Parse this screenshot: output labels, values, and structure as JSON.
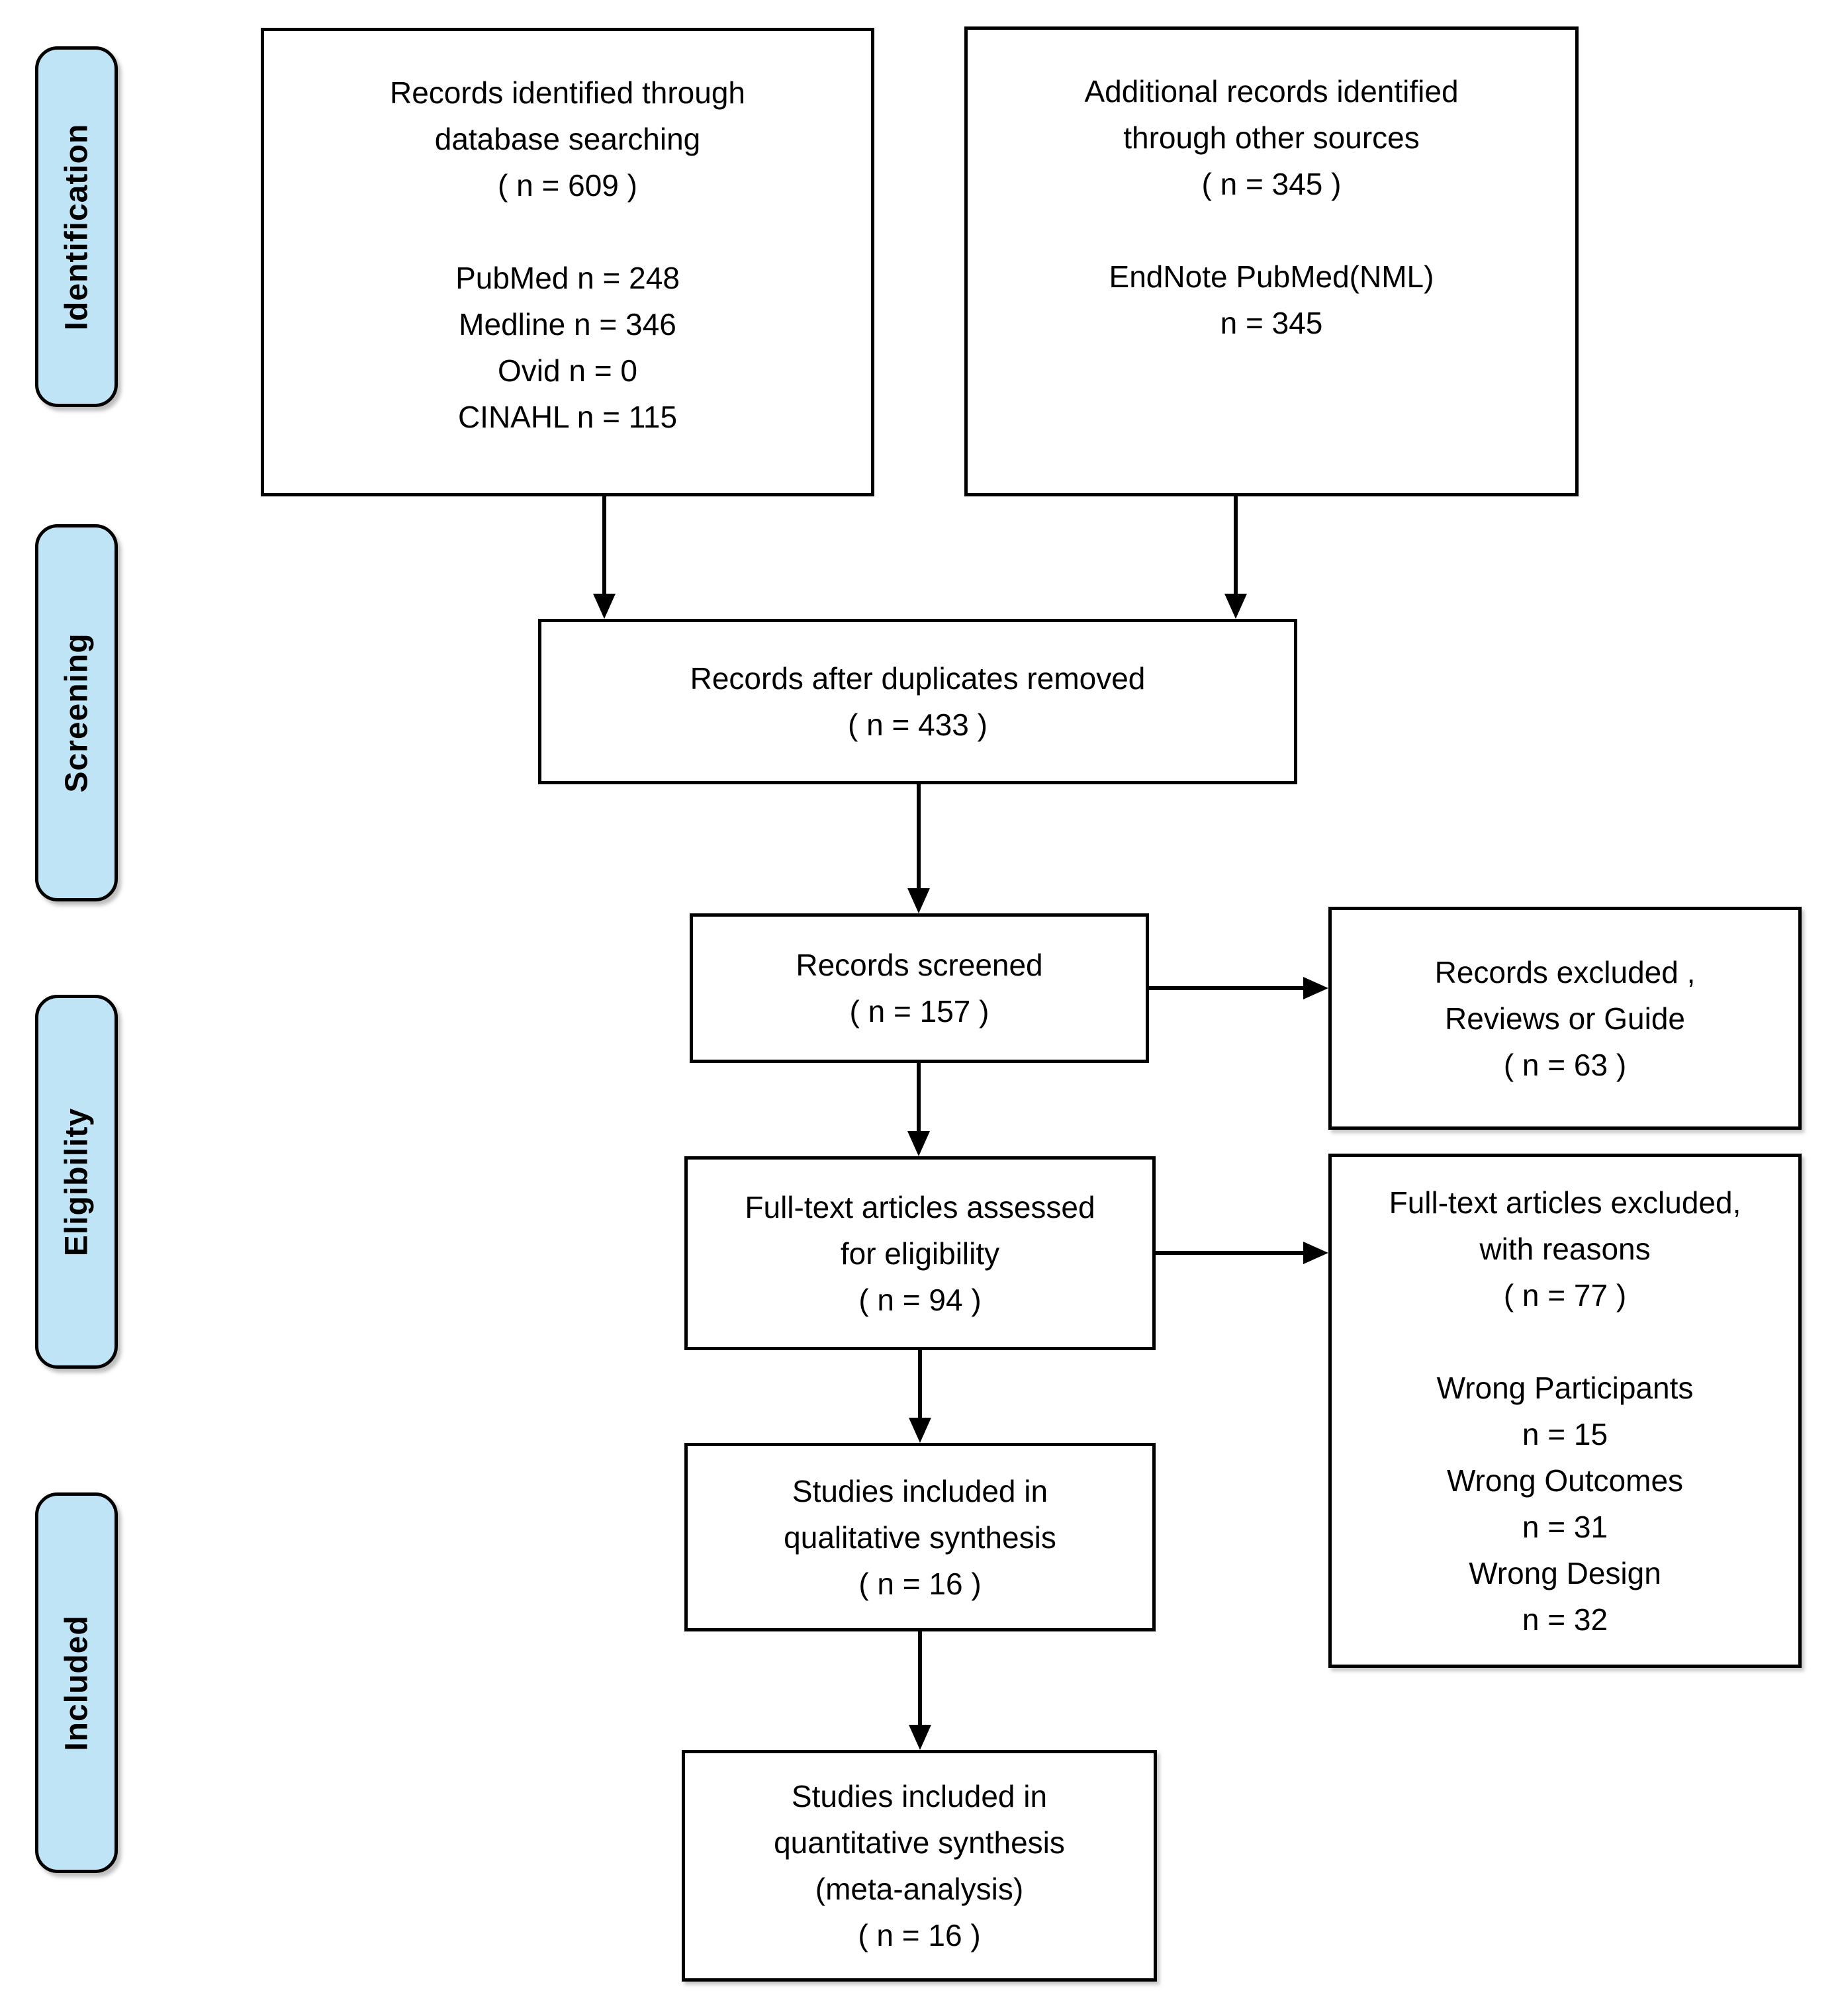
{
  "diagram": {
    "title": "PRISMA study selection flow diagram",
    "colors": {
      "stage_fill": "#bfe4f6",
      "border": "#000000",
      "background": "#ffffff",
      "text": "#000000"
    },
    "stages": [
      {
        "label": "Identification"
      },
      {
        "label": "Screening"
      },
      {
        "label": "Eligibility"
      },
      {
        "label": "Included"
      }
    ],
    "boxes": {
      "identified": {
        "lines": [
          "Records identified through",
          "database searching",
          "( n = 609 )",
          "",
          "PubMed n = 248",
          "Medline n = 346",
          "Ovid n = 0",
          "CINAHL n = 115"
        ]
      },
      "additional": {
        "lines": [
          "Additional records identified",
          "through other sources",
          "( n = 345 )",
          "",
          "EndNote PubMed(NML)",
          "n = 345"
        ]
      },
      "duplicates": {
        "lines": [
          "Records after duplicates removed",
          "( n = 433 )"
        ]
      },
      "screened": {
        "lines": [
          "Records screened",
          "( n = 157 )"
        ]
      },
      "excluded": {
        "lines": [
          "Records excluded ,",
          "Reviews or Guide",
          "( n = 63 )"
        ]
      },
      "fulltext": {
        "lines": [
          "Full-text articles assessed",
          "for eligibility",
          "( n = 94 )"
        ]
      },
      "fulltext_excluded": {
        "lines": [
          "Full-text articles excluded,",
          "with reasons",
          "( n = 77 )",
          "",
          "Wrong Participants",
          "n = 15",
          "Wrong Outcomes",
          "n = 31",
          "Wrong Design",
          "n = 32"
        ]
      },
      "qualitative": {
        "lines": [
          "Studies included in",
          "qualitative synthesis",
          "( n = 16 )"
        ]
      },
      "quantitative": {
        "lines": [
          "Studies included in",
          "quantitative synthesis",
          "(meta-analysis)",
          "( n = 16 )"
        ]
      }
    }
  }
}
